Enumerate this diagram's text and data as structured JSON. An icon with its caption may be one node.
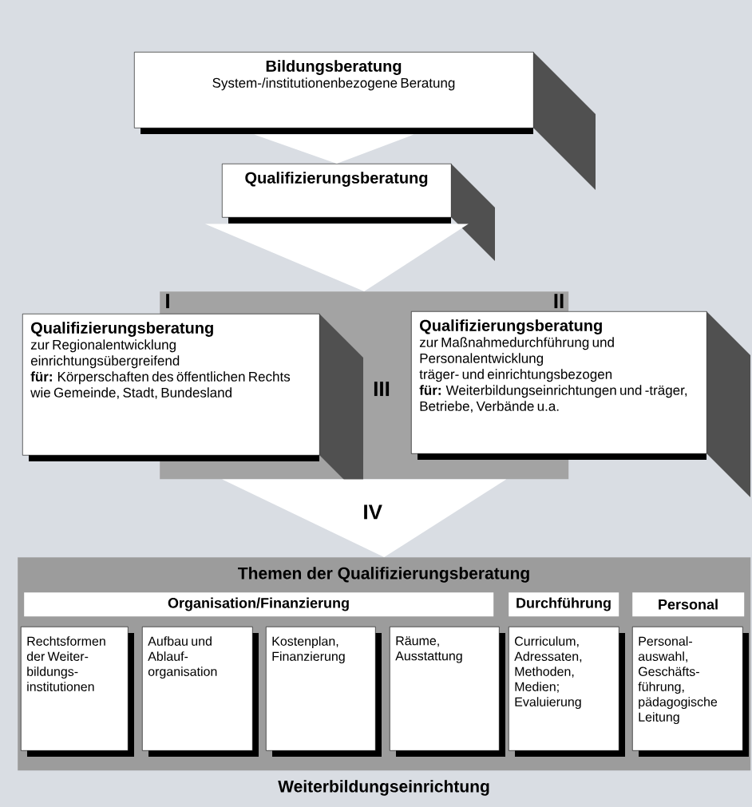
{
  "diagram": {
    "nodes": [
      {
        "text": [
          "Bildungsberatung",
          "System-/institutionenbezogene Beratung"
        ]
      },
      {
        "text": [
          "Qualifizierungsberatung"
        ]
      },
      {
        "text": [
          "I",
          "II",
          "III"
        ]
      },
      {
        "text": [
          "Qualifizierungsberatung",
          "zur Regionalentwicklung",
          "einrichtungsübergreifend",
          "**für:** Körperschaften des öffentlichen Rechts wie Gemeinde, Stadt, Bundesland"
        ]
      },
      {
        "text": [
          "Qualifizierungsberatung",
          "zur Maßnahmedurchführung und Personalentwicklung",
          "träger- und einrichtungsbezogen",
          "**für:** Weiterbildungseinrichtungen und -träger, Betriebe, Verbände u.a."
        ]
      },
      {
        "text": [
          "Themen der Qualifizierungsberatung",
          "Weiterbildungseinrichtung"
        ]
      },
      {
        "text": [
          "Organisation/Finanzierung"
        ],
        "in": 5
      },
      {
        "text": [
          "Durchführung"
        ],
        "in": 5
      },
      {
        "text": [
          "Personal"
        ],
        "in": 5
      },
      {
        "text": [
          "Rechtsformen der Weiter- bildungs- institutionen"
        ],
        "in": 5
      },
      {
        "text": [
          "Aufbau und Ablauf- organisation"
        ],
        "in": 5
      },
      {
        "text": [
          "Kostenplan, Finanzierung"
        ],
        "in": 5
      },
      {
        "text": [
          "Räume, Ausstattung"
        ],
        "in": 5
      },
      {
        "text": [
          "Curriculum, Adressaten, Methoden, Medien; Evaluierung"
        ],
        "in": 5
      },
      {
        "text": [
          "Personal- auswahl, Geschäfts- führung, pädagogische Leitung"
        ],
        "in": 5
      }
    ],
    "edges": [
      {
        "from": 0,
        "to": 1,
        "arrow": "to"
      },
      {
        "from": 1,
        "to": 2,
        "arrow": "to"
      },
      {
        "from": 2,
        "to": 5,
        "arrow": "to",
        "label": "IV"
      }
    ]
  }
}
